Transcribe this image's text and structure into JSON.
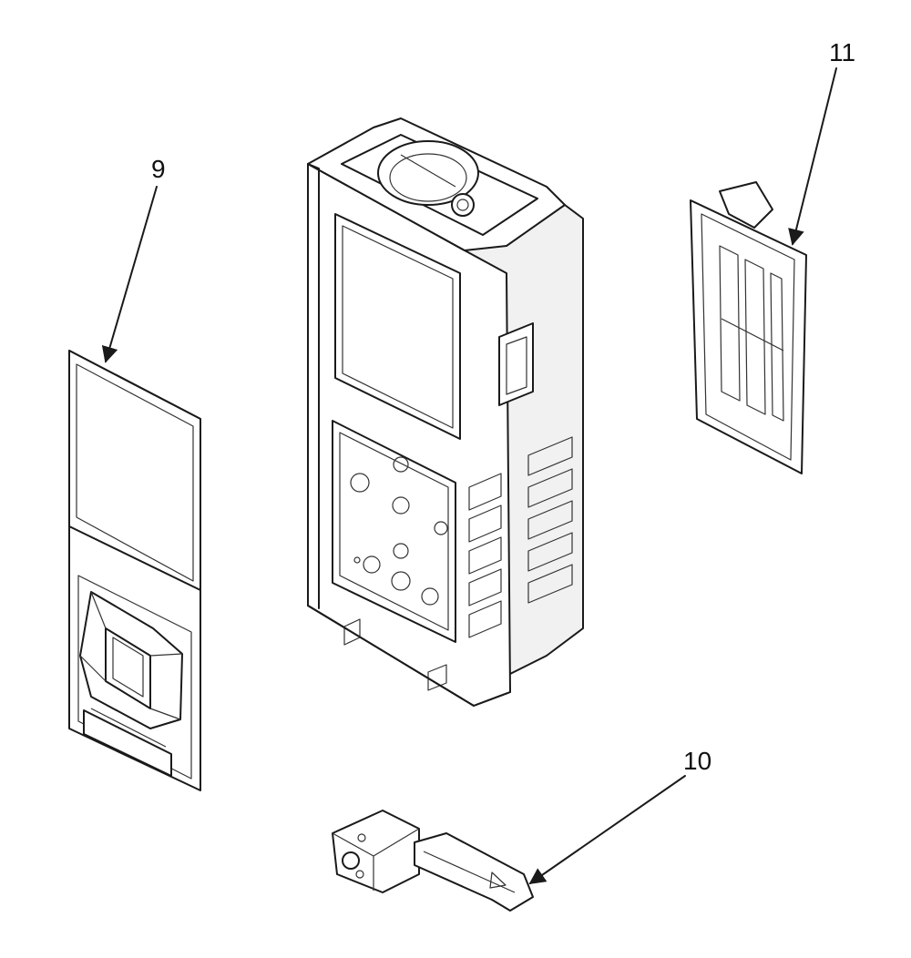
{
  "callouts": {
    "part_9": "9",
    "part_10": "10",
    "part_11": "11"
  },
  "colors": {
    "line": "#1a1a1a",
    "background": "#ffffff"
  }
}
